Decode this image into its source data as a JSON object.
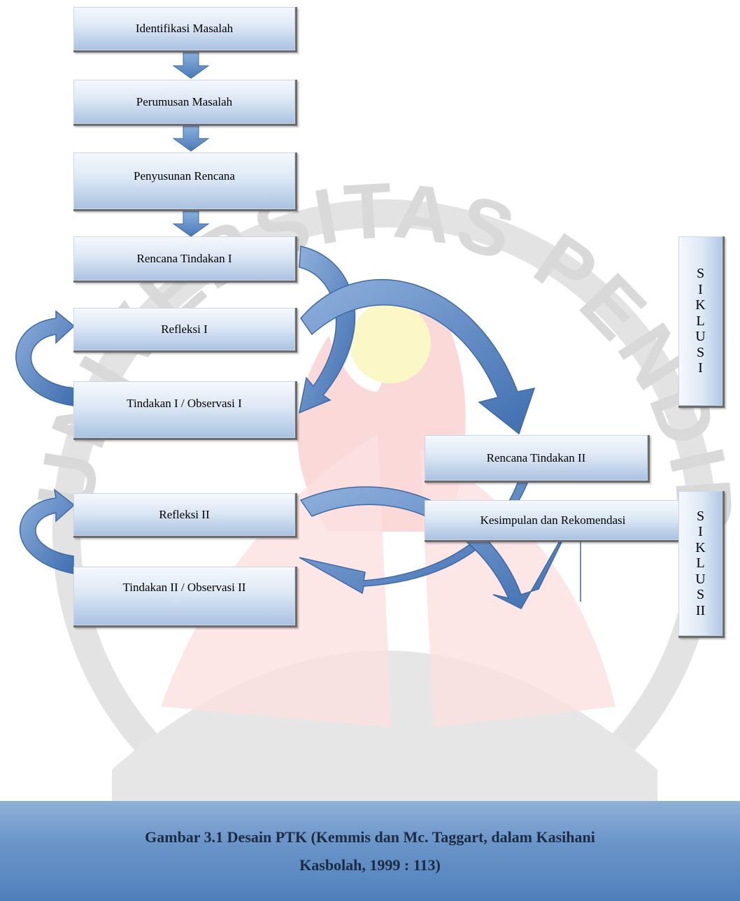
{
  "boxes": {
    "identifikasi": "Identifikasi Masalah",
    "perumusan": "Perumusan Masalah",
    "penyusunan": "Penyusunan Rencana",
    "rencana1": "Rencana Tindakan I",
    "refleksi1": "Refleksi I",
    "tindakan1": "Tindakan I / Observasi I",
    "rencana2": "Rencana Tindakan II",
    "refleksi2": "Refleksi II",
    "tindakan2": "Tindakan II / Observasi II",
    "kesimpulan": "Kesimpulan dan Rekomendasi"
  },
  "siklus1": [
    "S",
    "I",
    "K",
    "L",
    "U",
    "S",
    "I"
  ],
  "siklus2": [
    "S",
    "I",
    "K",
    "L",
    "U",
    "S",
    "II"
  ],
  "watermark": {
    "text": "UNIVERSITAS PENDIDIKAN INDONESIA",
    "ring_color": "#dcdcdc",
    "flame_color": "#fadada",
    "dot_color": "#fbf6c2"
  },
  "caption": {
    "line1": "Gambar 3.1 Desain PTK (Kemmis dan Mc. Taggart, dalam Kasihani",
    "line2": "Kasbolah, 1999 : 113)"
  },
  "colors": {
    "arrow_fill": "#5e88c4",
    "arrow_stroke": "#3f6aa6",
    "caption_bg": "#5f8bc2"
  }
}
